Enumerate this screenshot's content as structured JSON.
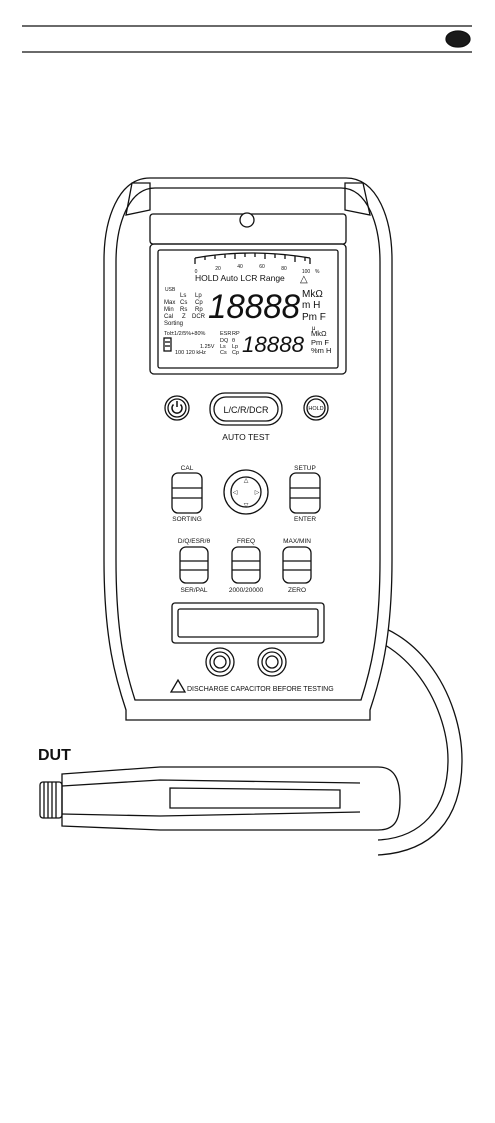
{
  "colors": {
    "line": "#111111",
    "fill": "#ffffff",
    "badge": "#1a1a1a"
  },
  "lcd": {
    "scale_ticks": [
      "0",
      "20",
      "40",
      "60",
      "80",
      "100"
    ],
    "scale_percent": "%",
    "warning_symbol": "△",
    "status_line": "HOLD Auto LCR Range",
    "usb_label": "USB",
    "left_labels": [
      "Ls",
      "Lp",
      "Max",
      "Cs",
      "Cp",
      "Min",
      "Rs",
      "Rp",
      "Cal",
      "Z",
      "DCR",
      "Sorting"
    ],
    "tolerance": "Tol±1/2/5%+80%",
    "main_digits": "18888",
    "main_units": [
      "MkΩ",
      "m H",
      "Pm F"
    ],
    "sec_labels": [
      "ESR",
      "RP",
      "DQ",
      "θ",
      "1.25V",
      "Ls",
      "Lp",
      "Cs",
      "Cp"
    ],
    "freq": "100 120 kHz",
    "sec_digits": "18888",
    "sec_units": [
      "MkΩ",
      "Pm F",
      "%m H"
    ],
    "sec_unit_extra": "μ"
  },
  "buttons": {
    "power_icon": "power-icon",
    "lcr": "L/C/R/DCR",
    "hold": "HOLD",
    "auto_test": "AUTO TEST",
    "cal_top": "CAL",
    "cal_bottom": "SORTING",
    "setup_top": "SETUP",
    "setup_bottom": "ENTER",
    "dq_top": "D/Q/ESR/θ",
    "dq_bottom": "SER/PAL",
    "freq_top": "FREQ",
    "freq_bottom": "2000/20000",
    "max_top": "MAX/MIN",
    "max_bottom": "ZERO"
  },
  "warning_text": "DISCHARGE CAPACITOR BEFORE TESTING",
  "dut_label": "DUT"
}
